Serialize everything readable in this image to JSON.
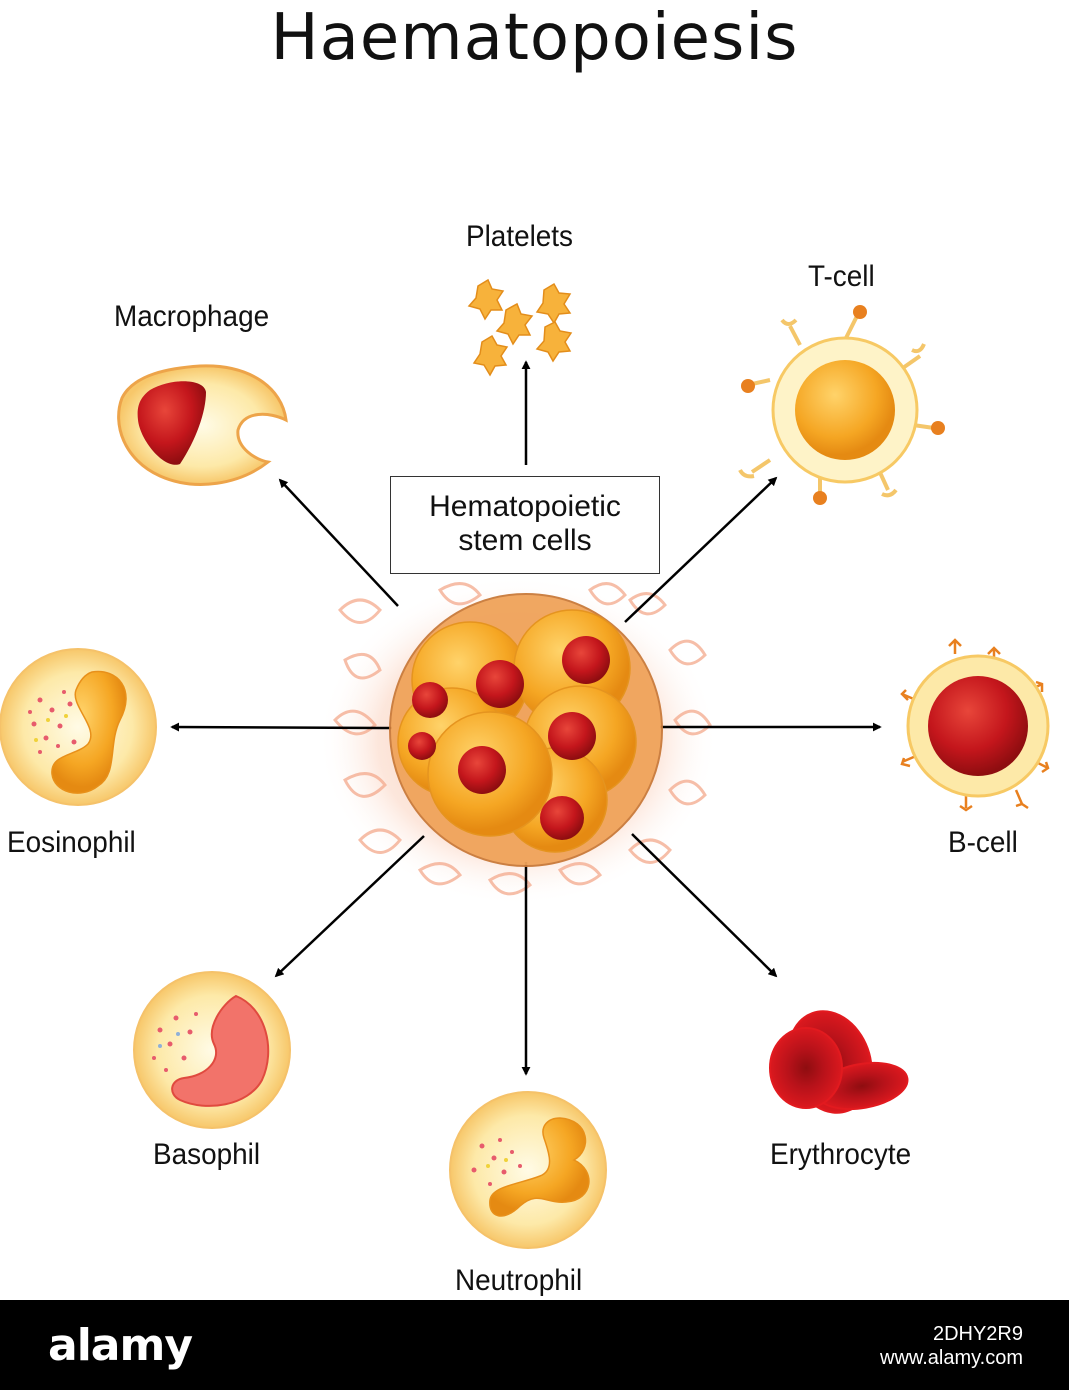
{
  "title": "Haematopoiesis",
  "center_box": {
    "line1": "Hematopoietic",
    "line2": "stem cells"
  },
  "cells": {
    "platelets": "Platelets",
    "t_cell": "T-cell",
    "macrophage": "Macrophage",
    "eosinophil": "Eosinophil",
    "b_cell": "B-cell",
    "basophil": "Basophil",
    "neutrophil": "Neutrophil",
    "erythrocyte": "Erythrocyte"
  },
  "watermark": {
    "brand": "alamy",
    "image_id": "2DHY2R9",
    "url": "www.alamy.com"
  },
  "colors": {
    "cell_orange": "#f5a623",
    "cell_yellow": "#fde9a8",
    "nucleus_red": "#c4161c",
    "erythrocyte_red": "#d10f14",
    "receptor_orange": "#e8801f",
    "arrow": "#000000",
    "footer": "#000000"
  }
}
